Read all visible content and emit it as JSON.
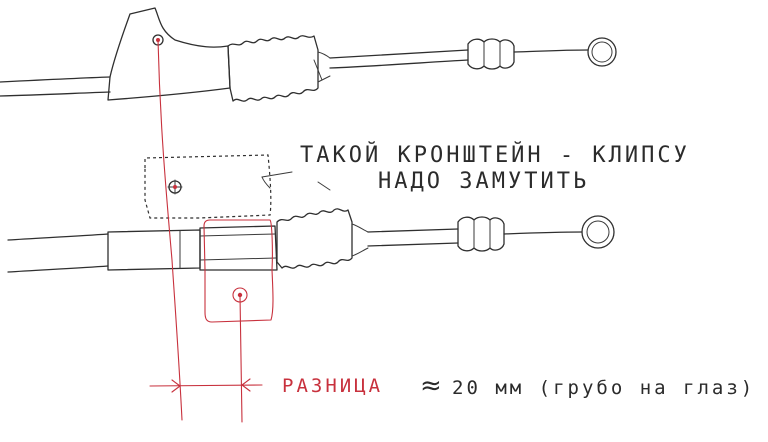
{
  "annotations": {
    "note_line1": "ТАКОЙ КРОНШТЕЙН - КЛИПСУ",
    "note_line2": "НАДО ЗАМУТИТЬ",
    "difference_label": "РАЗНИЦА",
    "approx_symbol": "≈",
    "difference_value": "20 мм (грубо на глаз)"
  },
  "colors": {
    "pencil": "#2f2f2f",
    "red_marker": "#c8313d",
    "paper": "#ffffff"
  }
}
